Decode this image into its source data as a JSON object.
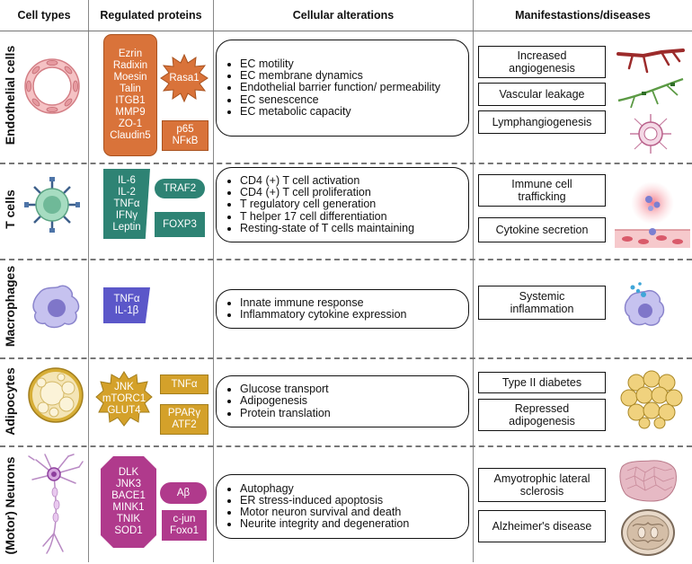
{
  "headers": {
    "cell_types": "Cell types",
    "regulated_proteins": "Regulated proteins",
    "cellular_alterations": "Cellular alterations",
    "manifestations": "Manifestastions/diseases"
  },
  "rows": [
    {
      "label": "Endothelial cells",
      "proteins": [
        {
          "lines": [
            "Ezrin",
            "Radixin",
            "Moesin",
            "Talin",
            "ITGB1",
            "MMP9",
            "ZO-1",
            "Claudin5"
          ]
        },
        {
          "lines": [
            "Rasa1"
          ]
        },
        {
          "lines": [
            "p65",
            "NFκB"
          ]
        }
      ],
      "alterations": [
        "EC  motility",
        "EC  membrane dynamics",
        "Endothelial barrier function/ permeability",
        "EC  senescence",
        "EC  metabolic capacity"
      ],
      "diseases": [
        "Increased angiogenesis",
        "Vascular leakage",
        "Lymphangiogenesis"
      ]
    },
    {
      "label": "T cells",
      "proteins": [
        {
          "lines": [
            "IL-6",
            "IL-2",
            "TNFα",
            "IFNγ",
            "Leptin"
          ]
        },
        {
          "lines": [
            "TRAF2"
          ]
        },
        {
          "lines": [
            "FOXP3"
          ]
        }
      ],
      "alterations": [
        "CD4 (+) T cell activation",
        "CD4 (+) T cell proliferation",
        "T regulatory  cell generation",
        "T helper 17 cell differentiation",
        "Resting-state of T cells maintaining"
      ],
      "diseases": [
        "Immune cell trafficking",
        "Cytokine secretion"
      ]
    },
    {
      "label": "Macrophages",
      "proteins": [
        {
          "lines": [
            "TNFα",
            "IL-1β"
          ]
        }
      ],
      "alterations": [
        "Innate immune response",
        "Inflammatory cytokine expression"
      ],
      "diseases": [
        "Systemic inflammation"
      ]
    },
    {
      "label": "Adipocytes",
      "proteins": [
        {
          "lines": [
            "JNK",
            "mTORC1",
            "GLUT4"
          ]
        },
        {
          "lines": [
            "TNFα"
          ]
        },
        {
          "lines": [
            "PPARγ",
            "ATF2"
          ]
        }
      ],
      "alterations": [
        "Glucose transport",
        "Adipogenesis",
        "Protein translation"
      ],
      "diseases": [
        "Type II diabetes",
        "Repressed adipogenesis"
      ]
    },
    {
      "label": "(Motor) Neurons",
      "proteins": [
        {
          "lines": [
            "DLK",
            "JNK3",
            "BACE1",
            "MINK1",
            "TNIK",
            "SOD1"
          ]
        },
        {
          "lines": [
            "Aβ"
          ]
        },
        {
          "lines": [
            "c-jun",
            "Foxo1"
          ]
        }
      ],
      "alterations": [
        "Autophagy",
        "ER stress-induced apoptosis",
        "Motor neuron survival and death",
        "Neurite integrity and degeneration"
      ],
      "diseases": [
        "Amyotrophic lateral sclerosis",
        "Alzheimer's disease"
      ]
    }
  ],
  "colors": {
    "endothelial": "#d9733a",
    "tcell": "#2e8374",
    "macrophage": "#5b57c9",
    "adipocyte": "#d4a12a",
    "neuron": "#b03a8c"
  },
  "icons": [
    "endothelial-ring-icon",
    "angiogenesis-vessel-icon",
    "leaky-vessel-icon",
    "lymphatic-icon",
    "t-cell-icon",
    "trafficking-vessel-icon",
    "macrophage-icon",
    "inflamed-macrophage-icon",
    "adipocyte-icon",
    "fat-tissue-icon",
    "neuron-icon",
    "muscle-tissue-icon",
    "brain-section-icon"
  ]
}
